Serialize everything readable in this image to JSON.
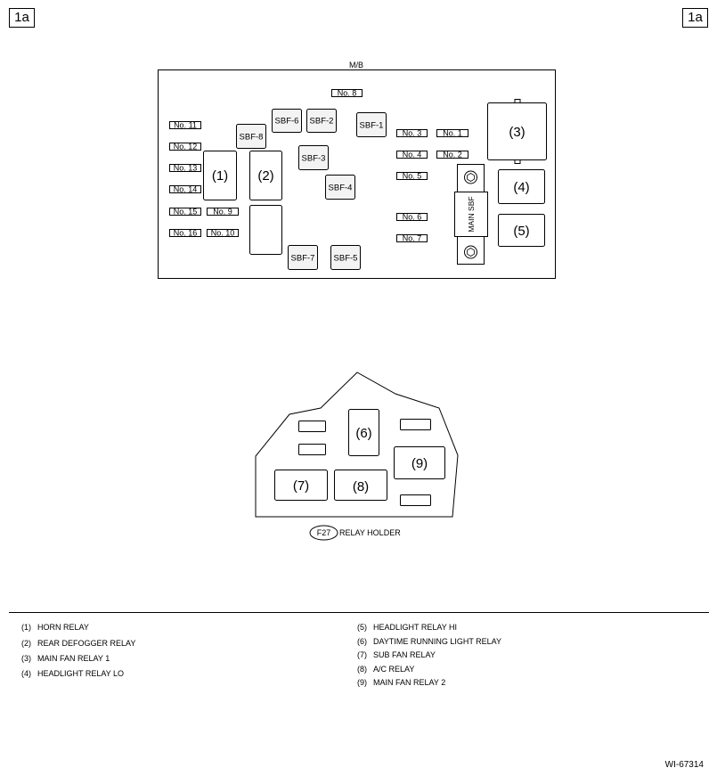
{
  "page_tags": {
    "left": "1a",
    "right": "1a"
  },
  "main_box": {
    "title": "M/B",
    "fuses": [
      {
        "id": "no8",
        "label": "No. 8"
      },
      {
        "id": "no11",
        "label": "No. 11"
      },
      {
        "id": "no12",
        "label": "No. 12"
      },
      {
        "id": "no13",
        "label": "No. 13"
      },
      {
        "id": "no14",
        "label": "No. 14"
      },
      {
        "id": "no15",
        "label": "No. 15"
      },
      {
        "id": "no16",
        "label": "No. 16"
      },
      {
        "id": "no9",
        "label": "No. 9"
      },
      {
        "id": "no10",
        "label": "No. 10"
      },
      {
        "id": "no3",
        "label": "No. 3"
      },
      {
        "id": "no4",
        "label": "No. 4"
      },
      {
        "id": "no5",
        "label": "No. 5"
      },
      {
        "id": "no6",
        "label": "No. 6"
      },
      {
        "id": "no7",
        "label": "No. 7"
      },
      {
        "id": "no1",
        "label": "No. 1"
      },
      {
        "id": "no2",
        "label": "No. 2"
      }
    ],
    "sbf": [
      {
        "id": "sbf1",
        "label": "SBF-1"
      },
      {
        "id": "sbf2",
        "label": "SBF-2"
      },
      {
        "id": "sbf3",
        "label": "SBF-3"
      },
      {
        "id": "sbf4",
        "label": "SBF-4"
      },
      {
        "id": "sbf5",
        "label": "SBF-5"
      },
      {
        "id": "sbf6",
        "label": "SBF-6"
      },
      {
        "id": "sbf7",
        "label": "SBF-7"
      },
      {
        "id": "sbf8",
        "label": "SBF-8"
      }
    ],
    "relays": [
      {
        "id": "r1",
        "label": "(1)"
      },
      {
        "id": "r2",
        "label": "(2)"
      },
      {
        "id": "r3",
        "label": "(3)"
      },
      {
        "id": "r4",
        "label": "(4)"
      },
      {
        "id": "r5",
        "label": "(5)"
      }
    ],
    "main_sbf_label": "MAIN SBF"
  },
  "relay_holder": {
    "connector": "F27",
    "caption": "RELAY HOLDER",
    "relays": [
      {
        "id": "r6",
        "label": "(6)"
      },
      {
        "id": "r7",
        "label": "(7)"
      },
      {
        "id": "r8",
        "label": "(8)"
      },
      {
        "id": "r9",
        "label": "(9)"
      }
    ]
  },
  "legend": {
    "left": [
      {
        "num": "(1)",
        "label": "HORN RELAY"
      },
      {
        "num": "(2)",
        "label": "REAR DEFOGGER RELAY"
      },
      {
        "num": "(3)",
        "label": "MAIN FAN RELAY 1"
      },
      {
        "num": "(4)",
        "label": "HEADLIGHT RELAY LO"
      }
    ],
    "right": [
      {
        "num": "(5)",
        "label": "HEADLIGHT RELAY HI"
      },
      {
        "num": "(6)",
        "label": "DAYTIME RUNNING LIGHT RELAY"
      },
      {
        "num": "(7)",
        "label": "SUB FAN RELAY"
      },
      {
        "num": "(8)",
        "label": "A/C RELAY"
      },
      {
        "num": "(9)",
        "label": "MAIN FAN RELAY 2"
      }
    ]
  },
  "doc_id": "WI-67314"
}
